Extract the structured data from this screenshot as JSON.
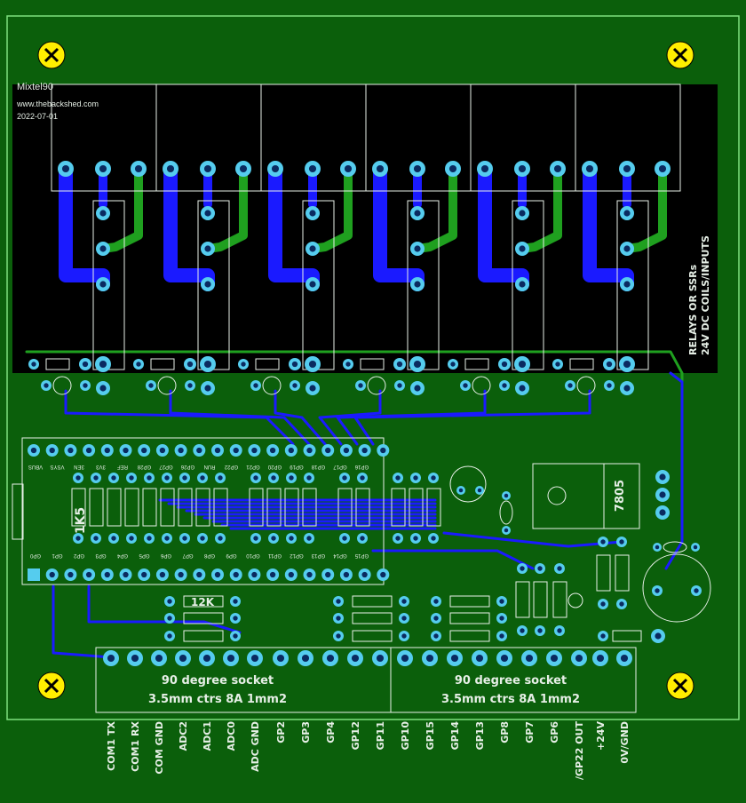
{
  "header": {
    "title": "Mixtel90",
    "website": "www.thebackshed.com",
    "date": "2022-07-01"
  },
  "side_label": {
    "line1": "RELAYS OR SSRs",
    "line2": "24V DC COILS/INPUTS"
  },
  "pico": {
    "top_pins": [
      "VBUS",
      "VSYS",
      "3EN",
      "3V3",
      "REF",
      "GP28",
      "GP27",
      "GP26",
      "RUN",
      "GP22",
      "GP21",
      "GP20",
      "GP19",
      "GP18",
      "GP17",
      "GP16"
    ],
    "bottom_pins": [
      "GP0",
      "GP1",
      "GP2",
      "GP3",
      "GP4",
      "GP5",
      "GP6",
      "GP7",
      "GP8",
      "GP9",
      "GP10",
      "GP11",
      "GP12",
      "GP13",
      "GP14",
      "GP15"
    ]
  },
  "components": {
    "resistor_1k5": "1K5",
    "resistor_12k": "12K",
    "regulator": "7805"
  },
  "sockets": [
    {
      "title": "90 degree socket",
      "spec": "3.5mm ctrs  8A  1mm2"
    },
    {
      "title": "90 degree socket",
      "spec": "3.5mm ctrs  8A  1mm2"
    }
  ],
  "terminal_labels": [
    "COM1 TX",
    "COM1 RX",
    "COM GND",
    "ADC2",
    "ADC1",
    "ADC0",
    "ADC GND",
    "GP2",
    "GP3",
    "GP4",
    "GP12",
    "GP11",
    "GP10",
    "GP15",
    "GP14",
    "GP13",
    "GP8",
    "GP7",
    "GP6",
    "/GP22 OUT",
    "+24V",
    "0V/GND"
  ],
  "colors": {
    "board": "#0b5f0b",
    "copper_top": "#1a1aff",
    "copper_bottom": "#1fa01f",
    "pad": "#55ccee",
    "silk": "#e8f0e8",
    "hole": "#ffee00"
  }
}
